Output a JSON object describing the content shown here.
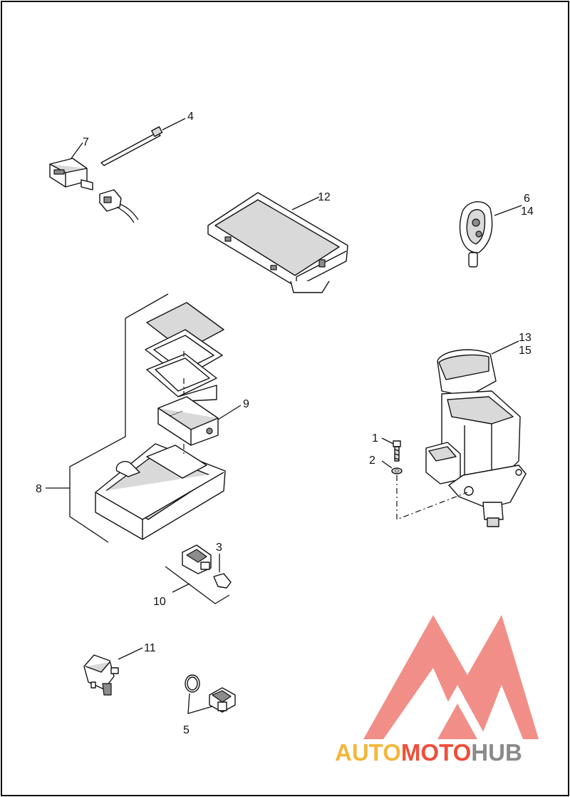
{
  "callouts": {
    "c1": "1",
    "c2": "2",
    "c3": "3",
    "c4": "4",
    "c5": "5",
    "c6": "6",
    "c14": "14",
    "c7": "7",
    "c8": "8",
    "c9": "9",
    "c10": "10",
    "c11": "11",
    "c12": "12",
    "c13": "13",
    "c15": "15"
  },
  "watermark": {
    "part1": "AUTO",
    "part2": "MOTO",
    "part3": "HUB",
    "color_primary": "#f4b73c",
    "color_secondary": "#ef4e3a",
    "color_tertiary": "#8a8a8a",
    "triangle_color": "#f07b74"
  },
  "frame": {
    "border_color": "#111111"
  }
}
